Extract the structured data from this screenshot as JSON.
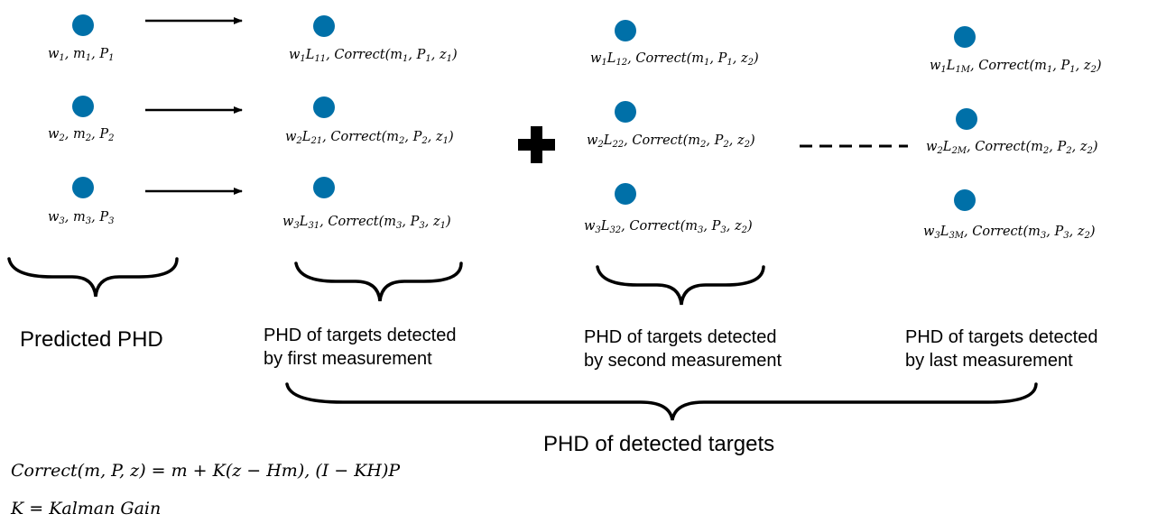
{
  "predicted": [
    {
      "w": "w",
      "ws": "1",
      "m": "m",
      "ms": "1",
      "p": "P",
      "ps": "1"
    },
    {
      "w": "w",
      "ws": "2",
      "m": "m",
      "ms": "2",
      "p": "P",
      "ps": "2"
    },
    {
      "w": "w",
      "ws": "3",
      "m": "m",
      "ms": "3",
      "p": "P",
      "ps": "3"
    }
  ],
  "first": [
    {
      "w": "w",
      "ws": "1",
      "l": "L",
      "ls": "11",
      "body": "Correct(m",
      "ms": "1",
      "p": "P",
      "ps": "1",
      "z": "z",
      "zs": "1"
    },
    {
      "w": "w",
      "ws": "2",
      "l": "L",
      "ls": "21",
      "body": "Correct(m",
      "ms": "2",
      "p": "P",
      "ps": "2",
      "z": "z",
      "zs": "1"
    },
    {
      "w": "w",
      "ws": "3",
      "l": "L",
      "ls": "31",
      "body": "Correct(m",
      "ms": "3",
      "p": "P",
      "ps": "3",
      "z": "z",
      "zs": "1"
    }
  ],
  "second": [
    {
      "w": "w",
      "ws": "1",
      "l": "L",
      "ls": "12",
      "body": "Correct(m",
      "ms": "1",
      "p": "P",
      "ps": "1",
      "z": "z",
      "zs": "2"
    },
    {
      "w": "w",
      "ws": "2",
      "l": "L",
      "ls": "22",
      "body": "Correct(m",
      "ms": "2",
      "p": "P",
      "ps": "2",
      "z": "z",
      "zs": "2"
    },
    {
      "w": "w",
      "ws": "3",
      "l": "L",
      "ls": "32",
      "body": "Correct(m",
      "ms": "3",
      "p": "P",
      "ps": "3",
      "z": "z",
      "zs": "2"
    }
  ],
  "last": [
    {
      "w": "w",
      "ws": "1",
      "l": "L",
      "ls": "1M",
      "body": "Correct(m",
      "ms": "1",
      "p": "P",
      "ps": "1",
      "z": "z",
      "zs": "2"
    },
    {
      "w": "w",
      "ws": "2",
      "l": "L",
      "ls": "2M",
      "body": "Correct(m",
      "ms": "2",
      "p": "P",
      "ps": "2",
      "z": "z",
      "zs": "2"
    },
    {
      "w": "w",
      "ws": "3",
      "l": "L",
      "ls": "3M",
      "body": "Correct(m",
      "ms": "3",
      "p": "P",
      "ps": "3",
      "z": "z",
      "zs": "2"
    }
  ],
  "captions": {
    "predicted": "Predicted PHD",
    "first_line1": "PHD of targets detected",
    "first_line2": "by first measurement",
    "second_line1": "PHD of targets detected",
    "second_line2": "by second measurement",
    "last_line1": "PHD of targets detected",
    "last_line2": "by last measurement",
    "detected": "PHD of detected targets"
  },
  "formulas": {
    "correct": "Correct(m, P, z) = m + K(z  − Hm), (I − KH)P",
    "kalman": "K = Kalman Gain"
  },
  "colors": {
    "dot": "#0070a8",
    "ink": "#000000"
  }
}
